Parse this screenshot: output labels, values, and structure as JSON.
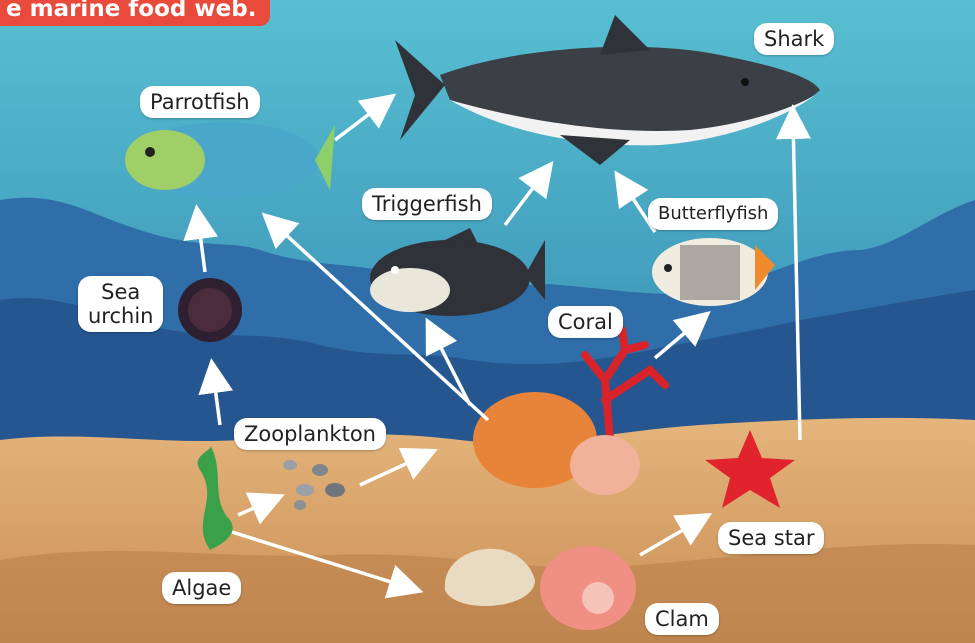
{
  "banner": {
    "text": "e marine food web."
  },
  "labels": {
    "shark": "Shark",
    "parrotfish": "Parrotfish",
    "triggerfish": "Triggerfish",
    "butterflyfish": "Butterflyfish",
    "sea_urchin": "Sea\nurchin",
    "coral": "Coral",
    "zooplankton": "Zooplankton",
    "sea_star": "Sea star",
    "algae": "Algae",
    "clam": "Clam"
  },
  "colors": {
    "water_top": "#4fb3c9",
    "water_bottom": "#2b6f9a",
    "sand": "#d9a56b",
    "arrow": "#ffffff",
    "banner": "#e84b3c"
  }
}
